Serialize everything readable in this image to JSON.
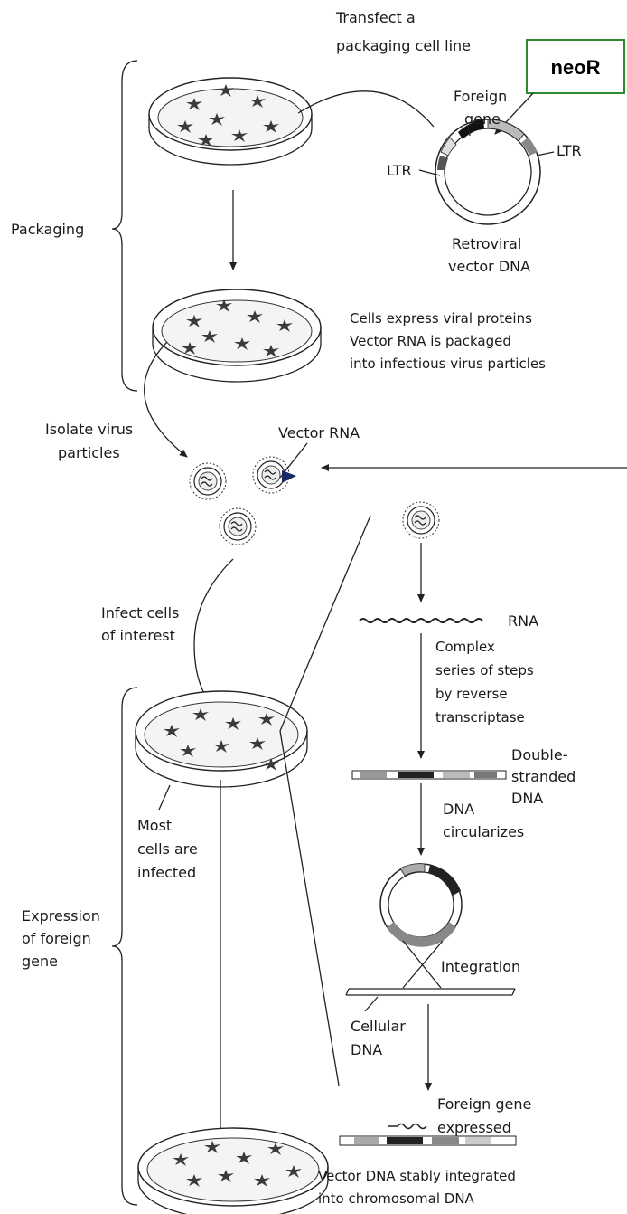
{
  "labels": {
    "transfect": [
      "Transfect a",
      "packaging cell line"
    ],
    "neor": "neoR",
    "foreign_gene": [
      "Foreign",
      "gene"
    ],
    "ltr_left": "LTR",
    "ltr_right": "LTR",
    "packaging": "Packaging",
    "retroviral_vector": [
      "Retroviral",
      "vector DNA"
    ],
    "cells_express": [
      "Cells express viral proteins",
      "Vector RNA is packaged",
      "into infectious virus particles"
    ],
    "isolate": [
      "Isolate virus",
      "particles"
    ],
    "vector_rna": "Vector RNA",
    "infect": [
      "Infect cells",
      "of interest"
    ],
    "rna": "RNA",
    "complex": [
      "Complex",
      "series of steps",
      "by reverse",
      "transcriptase"
    ],
    "double_stranded": [
      "Double-",
      "stranded",
      "DNA"
    ],
    "dna_circularizes": [
      "DNA",
      "circularizes"
    ],
    "most_cells": [
      "Most",
      "cells are",
      "infected"
    ],
    "expression": [
      "Expression",
      "of foreign",
      "gene"
    ],
    "integration": "Integration",
    "cellular_dna": [
      "Cellular",
      "DNA"
    ],
    "foreign_gene_expressed": [
      "Foreign gene",
      "expressed"
    ],
    "vector_stably": [
      "Vector DNA stably integrated",
      "into chromosomal DNA"
    ]
  },
  "colors": {
    "neor_box_border": "#2e8b2e",
    "ink": "#222222"
  }
}
